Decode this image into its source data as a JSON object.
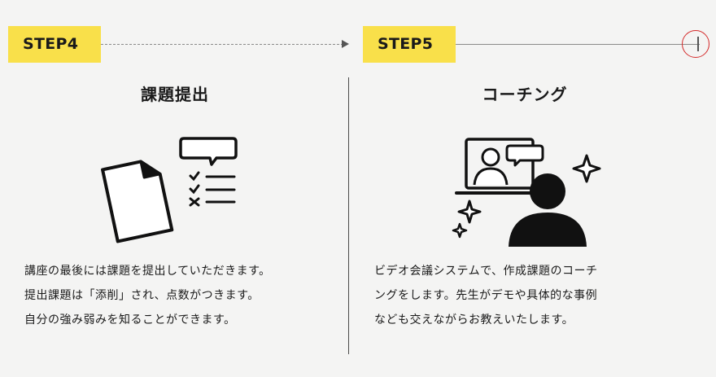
{
  "steps": [
    {
      "badge": "STEP4",
      "title": "課題提出",
      "description": [
        "講座の最後には課題を提出していただきます。",
        "提出課題は「添削」され、点数がつきます。",
        "自分の強み弱みを知ることができます。"
      ],
      "illustration_icon": "document-checklist-icon"
    },
    {
      "badge": "STEP5",
      "title": "コーチング",
      "description": [
        "ビデオ会議システムで、作成課題のコーチ",
        "ングをします。先生がデモや具体的な事例",
        "なども交えながらお教えいたします。"
      ],
      "illustration_icon": "video-coaching-icon"
    }
  ],
  "colors": {
    "badge_bg": "#f9e04a",
    "background": "#f4f4f3",
    "text": "#1a1a1a",
    "end_marker": "#d42a2a"
  }
}
